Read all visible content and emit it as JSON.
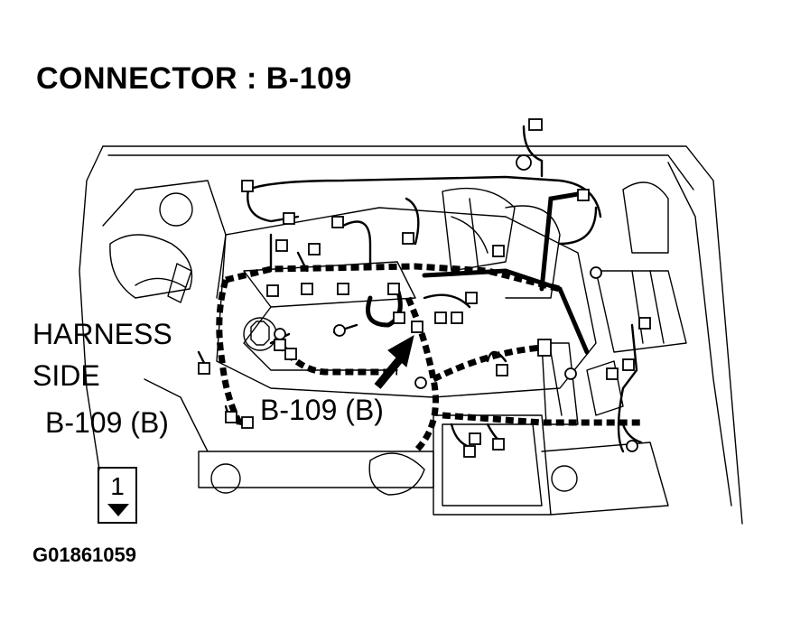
{
  "diagram": {
    "title": "CONNECTOR : B-109",
    "side_label": {
      "line1": "HARNESS",
      "line2": "SIDE",
      "line3": "B-109 (B)"
    },
    "callout_label": "B-109 (B)",
    "view_number": "1",
    "figure_id": "G01861059"
  }
}
